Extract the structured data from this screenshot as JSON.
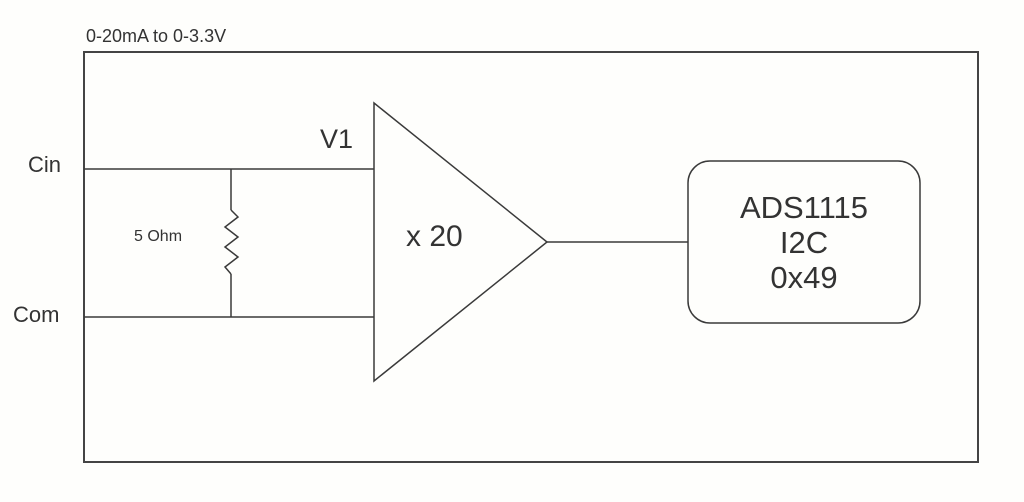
{
  "diagram": {
    "title": "0-20mA to 0-3.3V",
    "inputs": {
      "cin_label": "Cin",
      "com_label": "Com"
    },
    "resistor": {
      "label": "5 Ohm"
    },
    "amplifier": {
      "node_label": "V1",
      "gain_label": "x 20"
    },
    "adc": {
      "lines": [
        "ADS1115",
        "I2C",
        "0x49"
      ]
    },
    "colors": {
      "stroke": "#3a3a3a",
      "background": "#fefefc",
      "text": "#333333"
    }
  }
}
